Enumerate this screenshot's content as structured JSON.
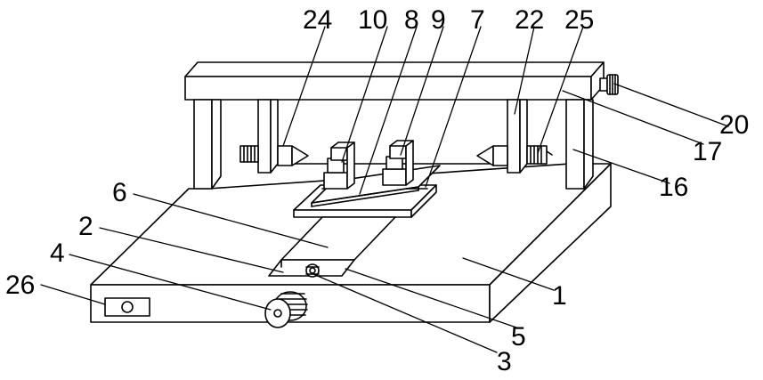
{
  "drawing": {
    "stroke_color": "#000000",
    "background": "#ffffff",
    "callouts": [
      {
        "id": "c24",
        "label": "24"
      },
      {
        "id": "c10",
        "label": "10"
      },
      {
        "id": "c8",
        "label": "8"
      },
      {
        "id": "c9",
        "label": "9"
      },
      {
        "id": "c7",
        "label": "7"
      },
      {
        "id": "c22",
        "label": "22"
      },
      {
        "id": "c25",
        "label": "25"
      },
      {
        "id": "c20",
        "label": "20"
      },
      {
        "id": "c17",
        "label": "17"
      },
      {
        "id": "c16",
        "label": "16"
      },
      {
        "id": "c6",
        "label": "6"
      },
      {
        "id": "c2",
        "label": "2"
      },
      {
        "id": "c4",
        "label": "4"
      },
      {
        "id": "c26",
        "label": "26"
      },
      {
        "id": "c1",
        "label": "1"
      },
      {
        "id": "c5",
        "label": "5"
      },
      {
        "id": "c3",
        "label": "3"
      }
    ]
  }
}
